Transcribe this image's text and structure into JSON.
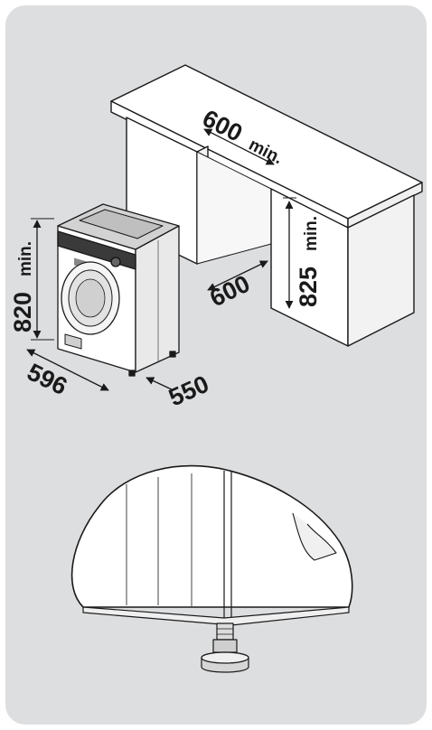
{
  "dimensions": {
    "countertop_gap": "600",
    "countertop_gap_unit": "min.",
    "cabinet_depth": "600",
    "machine_height": "820",
    "machine_height_unit": "min.",
    "opening_height": "825",
    "opening_height_unit": "min.",
    "machine_width": "596",
    "machine_depth": "550"
  },
  "colors": {
    "panel": "#dddee0",
    "line": "#1a1a1a",
    "machine_dark": "#3a3a3a"
  }
}
